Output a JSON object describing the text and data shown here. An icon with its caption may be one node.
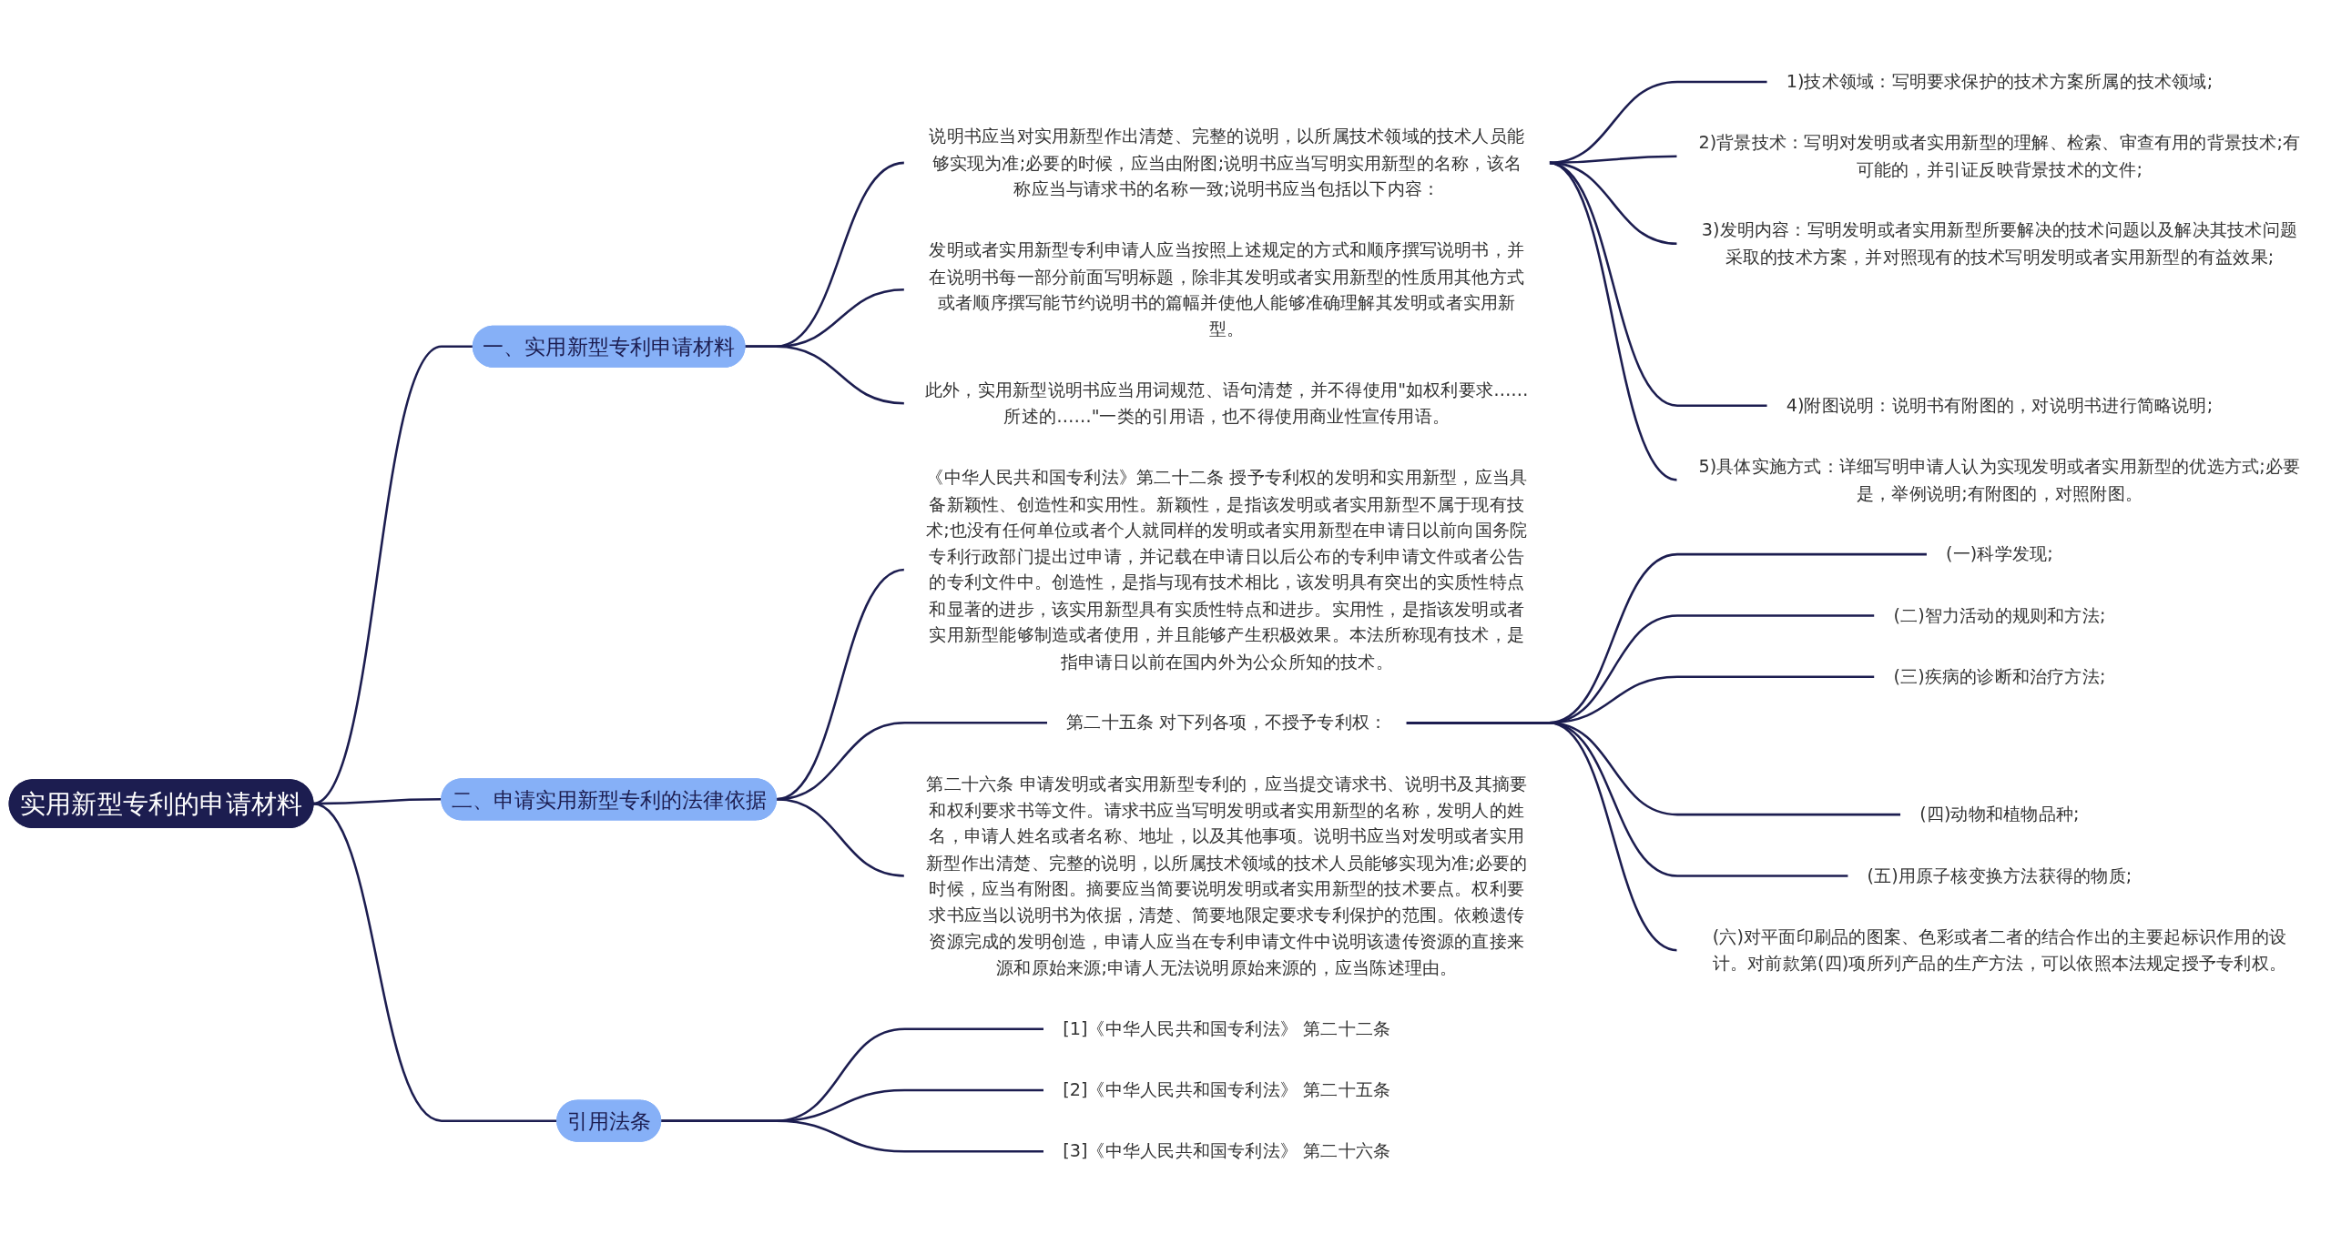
{
  "diagram": {
    "nodes": [
      {
        "text": [
          "实用新型专利的申请材料"
        ]
      },
      {
        "text": [
          "一、实用新型专利申请材料"
        ]
      },
      {
        "text": [
          "说明书应当对实用新型作出清楚、完整的说明，以所属技术领域的技术人员能够实现为准;必要的时候，应当由附图;说明书应当写明实用新型的名称，该名称应当与请求书的名称一致;说明书应当包括以下内容："
        ]
      },
      {
        "text": [
          "1)技术领域：写明要求保护的技术方案所属的技术领域;"
        ]
      },
      {
        "text": [
          "2)背景技术：写明对发明或者实用新型的理解、检索、审查有用的背景技术;有可能的，并引证反映背景技术的文件;"
        ]
      },
      {
        "text": [
          "3)发明内容：写明发明或者实用新型所要解决的技术问题以及解决其技术问题采取的技术方案，并对照现有的技术写明发明或者实用新型的有益效果;"
        ]
      },
      {
        "text": [
          "4)附图说明：说明书有附图的，对说明书进行简略说明;"
        ]
      },
      {
        "text": [
          "5)具体实施方式：详细写明申请人认为实现发明或者实用新型的优选方式;必要是，举例说明;有附图的，对照附图。"
        ]
      },
      {
        "text": [
          "发明或者实用新型专利申请人应当按照上述规定的方式和顺序撰写说明书，并在说明书每一部分前面写明标题，除非其发明或者实用新型的性质用其他方式或者顺序撰写能节约说明书的篇幅并使他人能够准确理解其发明或者实用新型。"
        ]
      },
      {
        "text": [
          "此外，实用新型说明书应当用词规范、语句清楚，并不得使用\"如权利要求……所述的……\"一类的引用语，也不得使用商业性宣传用语。"
        ]
      },
      {
        "text": [
          "二、申请实用新型专利的法律依据"
        ]
      },
      {
        "text": [
          "《中华人民共和国专利法》第二十二条 授予专利权的发明和实用新型，应当具备新颖性、创造性和实用性。新颖性，是指该发明或者实用新型不属于现有技术;也没有任何单位或者个人就同样的发明或者实用新型在申请日以前向国务院专利行政部门提出过申请，并记载在申请日以后公布的专利申请文件或者公告的专利文件中。创造性，是指与现有技术相比，该发明具有突出的实质性特点和显著的进步，该实用新型具有实质性特点和进步。实用性，是指该发明或者实用新型能够制造或者使用，并且能够产生积极效果。本法所称现有技术，是指申请日以前在国内外为公众所知的技术。"
        ]
      },
      {
        "text": [
          "第二十五条 对下列各项，不授予专利权："
        ]
      },
      {
        "text": [
          "(一)科学发现;"
        ]
      },
      {
        "text": [
          "(二)智力活动的规则和方法;"
        ]
      },
      {
        "text": [
          "(三)疾病的诊断和治疗方法;"
        ]
      },
      {
        "text": [
          "(四)动物和植物品种;"
        ]
      },
      {
        "text": [
          "(五)用原子核变换方法获得的物质;"
        ]
      },
      {
        "text": [
          "(六)对平面印刷品的图案、色彩或者二者的结合作出的主要起标识作用的设计。对前款第(四)项所列产品的生产方法，可以依照本法规定授予专利权。"
        ]
      },
      {
        "text": [
          "第二十六条 申请发明或者实用新型专利的，应当提交请求书、说明书及其摘要和权利要求书等文件。请求书应当写明发明或者实用新型的名称，发明人的姓名，申请人姓名或者名称、地址，以及其他事项。说明书应当对发明或者实用新型作出清楚、完整的说明，以所属技术领域的技术人员能够实现为准;必要的时候，应当有附图。摘要应当简要说明发明或者实用新型的技术要点。权利要求书应当以说明书为依据，清楚、简要地限定要求专利保护的范围。依赖遗传资源完成的发明创造，申请人应当在专利申请文件中说明该遗传资源的直接来源和原始来源;申请人无法说明原始来源的，应当陈述理由。"
        ]
      },
      {
        "text": [
          "引用法条"
        ]
      },
      {
        "text": [
          "[1]《中华人民共和国专利法》 第二十二条"
        ]
      },
      {
        "text": [
          "[2]《中华人民共和国专利法》 第二十五条"
        ]
      },
      {
        "text": [
          "[3]《中华人民共和国专利法》 第二十六条"
        ]
      }
    ],
    "edges": [
      {
        "from": 0,
        "to": 1,
        "arrow": "none"
      },
      {
        "from": 1,
        "to": 2,
        "arrow": "none"
      },
      {
        "from": 2,
        "to": 3,
        "arrow": "none"
      },
      {
        "from": 2,
        "to": 4,
        "arrow": "none"
      },
      {
        "from": 2,
        "to": 5,
        "arrow": "none"
      },
      {
        "from": 2,
        "to": 6,
        "arrow": "none"
      },
      {
        "from": 2,
        "to": 7,
        "arrow": "none"
      },
      {
        "from": 1,
        "to": 8,
        "arrow": "none"
      },
      {
        "from": 1,
        "to": 9,
        "arrow": "none"
      },
      {
        "from": 0,
        "to": 10,
        "arrow": "none"
      },
      {
        "from": 10,
        "to": 11,
        "arrow": "none"
      },
      {
        "from": 10,
        "to": 12,
        "arrow": "none"
      },
      {
        "from": 12,
        "to": 13,
        "arrow": "none"
      },
      {
        "from": 12,
        "to": 14,
        "arrow": "none"
      },
      {
        "from": 12,
        "to": 15,
        "arrow": "none"
      },
      {
        "from": 12,
        "to": 16,
        "arrow": "none"
      },
      {
        "from": 12,
        "to": 17,
        "arrow": "none"
      },
      {
        "from": 12,
        "to": 18,
        "arrow": "none"
      },
      {
        "from": 10,
        "to": 19,
        "arrow": "none"
      },
      {
        "from": 0,
        "to": 20,
        "arrow": "none"
      },
      {
        "from": 20,
        "to": 21,
        "arrow": "none"
      },
      {
        "from": 20,
        "to": 22,
        "arrow": "none"
      },
      {
        "from": 20,
        "to": 23,
        "arrow": "none"
      }
    ]
  }
}
